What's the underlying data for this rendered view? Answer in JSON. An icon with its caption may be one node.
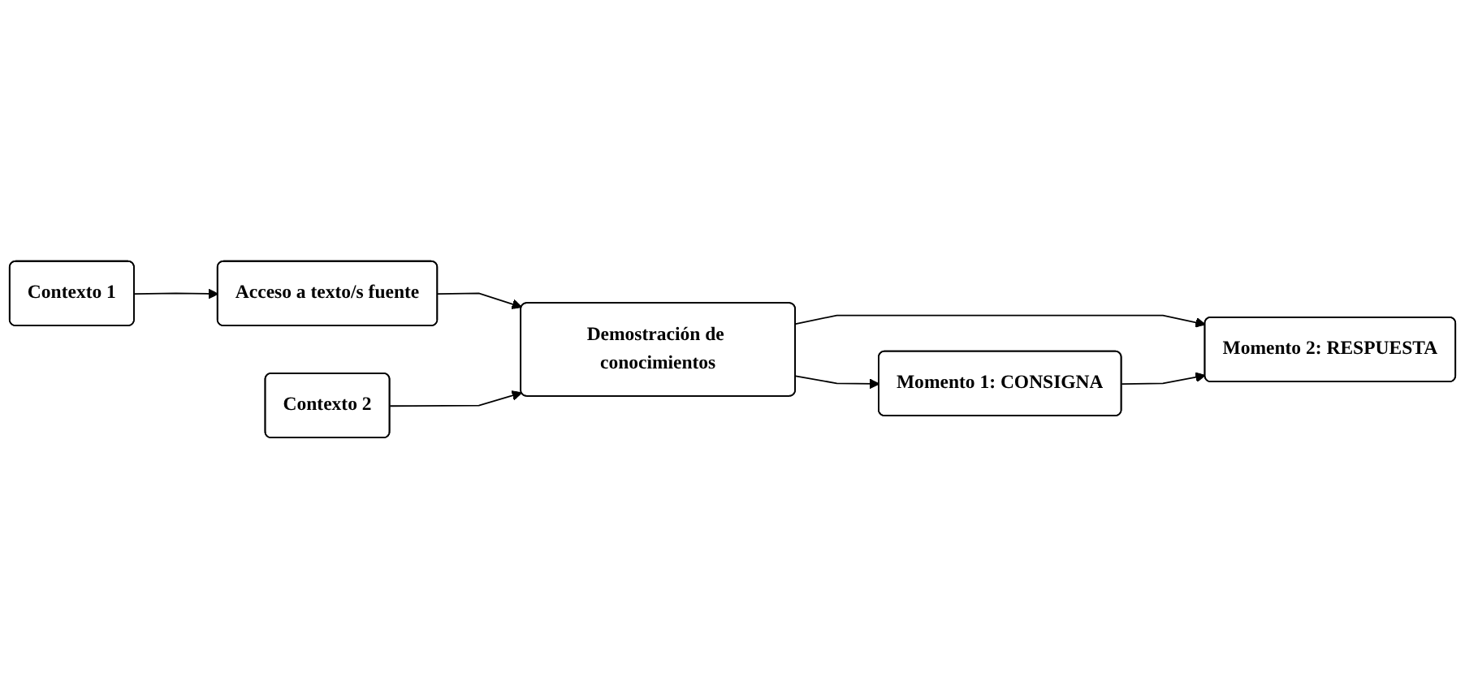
{
  "diagram": {
    "nodes": [
      {
        "text": [
          "Contexto 1"
        ]
      },
      {
        "text": [
          "Acceso a texto/s fuente"
        ]
      },
      {
        "text": [
          "Contexto 2"
        ]
      },
      {
        "text": [
          "Demostración de conocimientos"
        ]
      },
      {
        "text": [
          "Momento 1: CONSIGNA"
        ]
      },
      {
        "text": [
          "Momento 2: RESPUESTA"
        ]
      }
    ],
    "edges": [
      {
        "from": 0,
        "to": 1,
        "arrow": "to"
      },
      {
        "from": 1,
        "to": 3,
        "arrow": "to"
      },
      {
        "from": 2,
        "to": 3,
        "arrow": "to"
      },
      {
        "from": 3,
        "to": 4,
        "arrow": "to"
      },
      {
        "from": 3,
        "to": 5,
        "arrow": "to"
      },
      {
        "from": 4,
        "to": 5,
        "arrow": "to"
      }
    ]
  }
}
